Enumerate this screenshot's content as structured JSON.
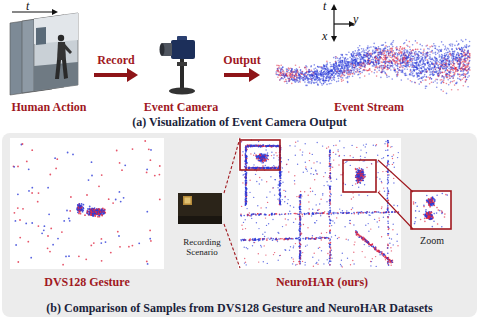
{
  "diagram": {
    "nodes": [
      {
        "text": [
          "Human Action"
        ]
      },
      {
        "text": [
          "Event Camera"
        ]
      },
      {
        "text": [
          "Event Stream"
        ]
      },
      {
        "text": [
          "(b) Comparison of Samples from DVS128 Gesture and NeuroHAR Datasets"
        ]
      },
      {
        "text": [
          "DVS128 Gesture"
        ],
        "in": 3
      },
      {
        "text": [
          "Recording Scenario"
        ],
        "in": 3
      },
      {
        "text": [
          "NeuroHAR (ours)"
        ],
        "in": 3
      },
      {
        "text": [
          "Zoom"
        ],
        "in": 3
      }
    ],
    "edges": [
      {
        "from": 0,
        "to": 1,
        "label": "Record",
        "arrow": "to"
      },
      {
        "from": 1,
        "to": 2,
        "label": "Output",
        "arrow": "to"
      },
      {
        "from": 5,
        "to": 6,
        "arrow": "none"
      },
      {
        "from": 6,
        "to": 7,
        "arrow": "none"
      }
    ],
    "labels": [
      "t",
      "t",
      "x",
      "y",
      "(a) Visualization of Event Camera Output"
    ]
  }
}
